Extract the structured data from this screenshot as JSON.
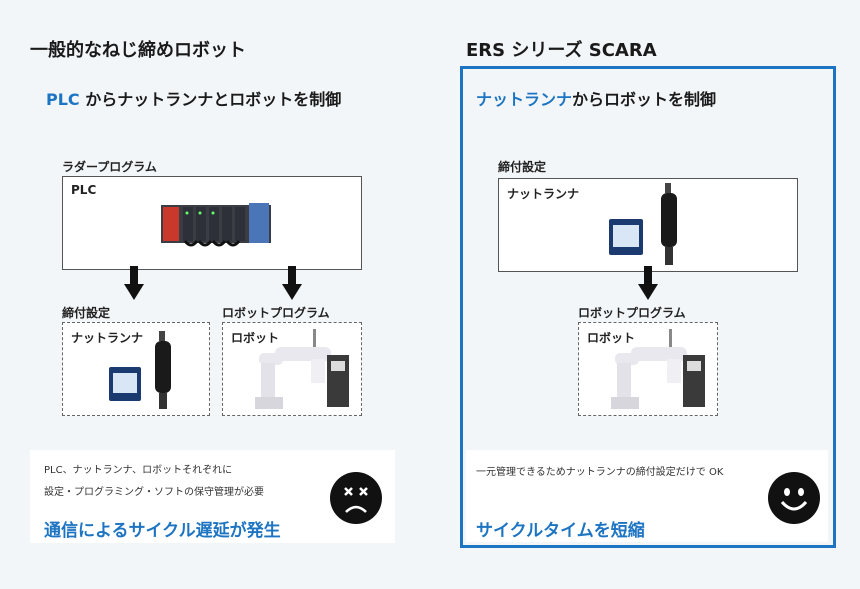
{
  "left": {
    "heading": "一般的なねじ締めロボット",
    "subheading_accent": "PLC",
    "subheading_rest": " からナットランナとロボットを制御",
    "ladder_label": "ラダープログラム",
    "plc_box_title": "PLC",
    "tightening_label": "締付設定",
    "nutrunner_box_title": "ナットランナ",
    "robot_program_label": "ロボットプログラム",
    "robot_box_title": "ロボット",
    "note_line1": "PLC、ナットランナ、ロボットそれぞれに",
    "note_line2": "設定・プログラミング・ソフトの保守管理が必要",
    "note_emphasis": "通信によるサイクル遅延が発生",
    "face_icon": "sad-face-icon"
  },
  "right": {
    "heading": "ERS シリーズ SCARA",
    "subheading_accent": "ナットランナ",
    "subheading_rest": "からロボットを制御",
    "tightening_label": "締付設定",
    "nutrunner_box_title": "ナットランナ",
    "robot_program_label": "ロボットプログラム",
    "robot_box_title": "ロボット",
    "note_line1": "一元管理できるためナットランナの締付設定だけで OK",
    "note_emphasis": "サイクルタイムを短縮",
    "face_icon": "smile-face-icon"
  },
  "colors": {
    "accent": "#1c74c2",
    "background": "#f3f6f9"
  }
}
